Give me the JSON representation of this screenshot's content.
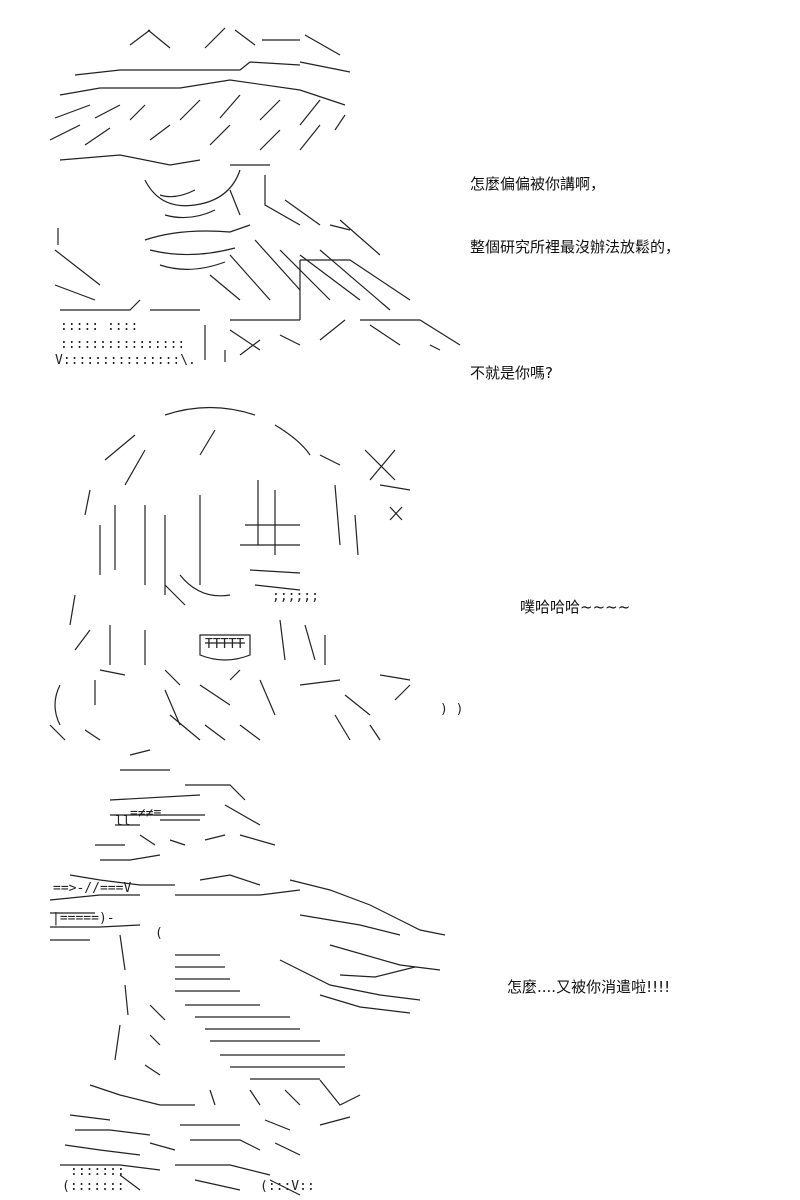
{
  "panels": [
    {
      "name": "panel-1",
      "dialogue": [
        "怎麼偏偏被你講啊，",
        "整個研究所裡最沒辦法放鬆的，",
        "",
        "不就是你嗎?"
      ]
    },
    {
      "name": "panel-2",
      "dialogue": [
        "噗哈哈哈~~~~"
      ]
    },
    {
      "name": "panel-3",
      "dialogue": [
        "怎麼....又被你消遣啦!!!!"
      ]
    }
  ]
}
